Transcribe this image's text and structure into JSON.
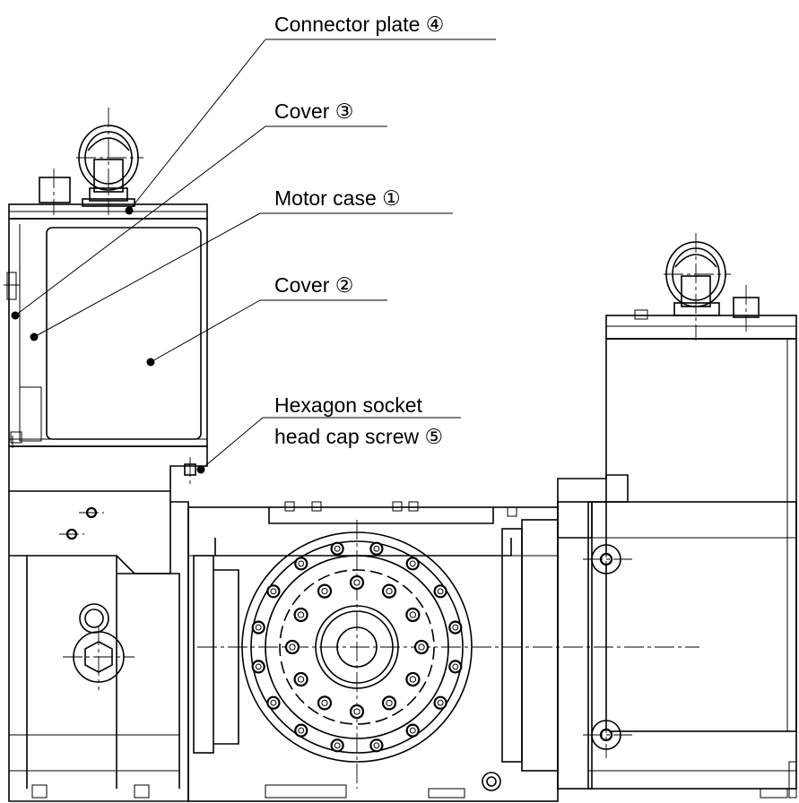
{
  "callouts": [
    {
      "id": "connector-plate",
      "label": "Connector plate ④"
    },
    {
      "id": "cover-3",
      "label": "Cover ③"
    },
    {
      "id": "motor-case",
      "label": "Motor case ①"
    },
    {
      "id": "cover-2",
      "label": "Cover ②"
    },
    {
      "id": "hex-screw",
      "label_line1": "Hexagon socket",
      "label_line2": "head cap screw ⑤"
    }
  ]
}
